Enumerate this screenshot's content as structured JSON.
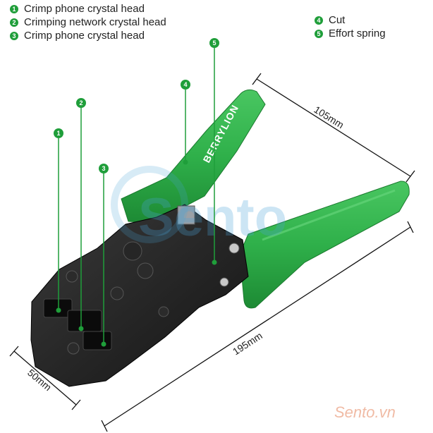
{
  "legend_left": [
    {
      "num": "1",
      "label": "Crimp phone crystal head"
    },
    {
      "num": "2",
      "label": "Crimping network crystal head"
    },
    {
      "num": "3",
      "label": "Crimp phone crystal head"
    }
  ],
  "legend_right": [
    {
      "num": "4",
      "label": "Cut"
    },
    {
      "num": "5",
      "label": "Effort spring"
    }
  ],
  "callouts": [
    "1",
    "2",
    "3",
    "4",
    "5"
  ],
  "dimensions": {
    "handle": "105mm",
    "length": "195mm",
    "width": "50mm"
  },
  "brand": "BERRYLION",
  "watermark": "Sento",
  "site": "Sento.vn",
  "colors": {
    "handle_green": "#2fb04a",
    "badge_green": "#1f9e3a",
    "body_black": "#1e1e1e",
    "watermark_blue": "#4aa3d8"
  }
}
